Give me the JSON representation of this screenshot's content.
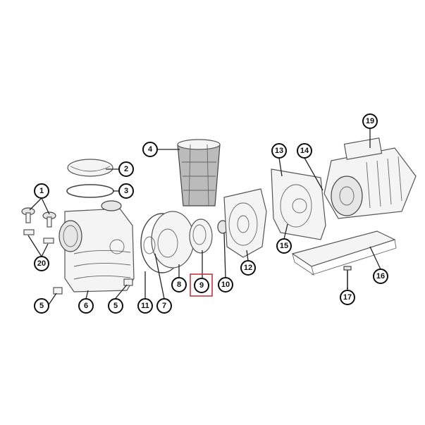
{
  "diagram": {
    "type": "exploded-parts-view",
    "highlight_color": "#c0393f",
    "highlighted_part": "9",
    "callouts": [
      {
        "label": "1"
      },
      {
        "label": "2"
      },
      {
        "label": "3"
      },
      {
        "label": "4"
      },
      {
        "label": "5"
      },
      {
        "label": "5"
      },
      {
        "label": "6"
      },
      {
        "label": "7"
      },
      {
        "label": "8"
      },
      {
        "label": "9"
      },
      {
        "label": "10"
      },
      {
        "label": "11"
      },
      {
        "label": "12"
      },
      {
        "label": "13"
      },
      {
        "label": "14"
      },
      {
        "label": "15"
      },
      {
        "label": "16"
      },
      {
        "label": "17"
      },
      {
        "label": "19"
      },
      {
        "label": "20"
      }
    ]
  }
}
